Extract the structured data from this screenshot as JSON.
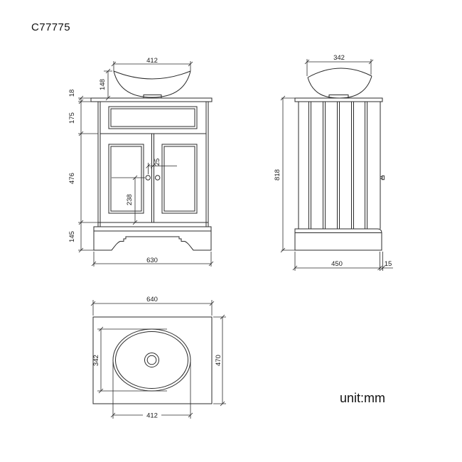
{
  "title": "C77775",
  "unit_label": "unit:mm",
  "dims": {
    "front": {
      "basin_width": "412",
      "basin_height": "148",
      "countertop_thickness": "18",
      "upper_panel_height": "175",
      "door_section_height": "476",
      "handle_center_height": "238",
      "handle_offset": "25",
      "plinth_height": "145",
      "base_width": "630"
    },
    "side": {
      "basin_depth": "342",
      "total_height": "818",
      "base_depth": "450",
      "handle_protrusion": "15"
    },
    "top": {
      "countertop_width": "640",
      "countertop_depth": "470",
      "basin_width": "412",
      "basin_depth": "342"
    }
  },
  "colors": {
    "line": "#2b2b2b",
    "text": "#1a1a1a",
    "background": "#ffffff"
  }
}
